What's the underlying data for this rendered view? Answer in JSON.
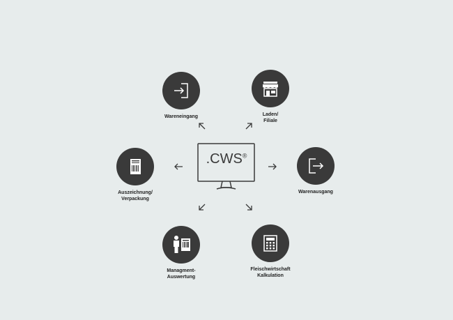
{
  "center": {
    "brand": ".CWS",
    "mark": "®"
  },
  "nodes": [
    {
      "id": "wareneingang",
      "label": "Wareneingang",
      "icon": "login-icon"
    },
    {
      "id": "laden",
      "label": "Laden/\nFiliale",
      "icon": "store-icon"
    },
    {
      "id": "warenausgang",
      "label": "Warenausgang",
      "icon": "logout-icon"
    },
    {
      "id": "fleisch",
      "label": "Fleischwirtschaft\nKalkulation",
      "icon": "calculator-icon"
    },
    {
      "id": "management",
      "label": "Managment-\nAuswertung",
      "icon": "person-document-icon"
    },
    {
      "id": "auszeichnung",
      "label": "Auszeichnung/\nVerpackung",
      "icon": "barcode-label-icon"
    }
  ],
  "colors": {
    "background": "#e7ecec",
    "circle": "#3a3a3a",
    "line": "#3a3a3a"
  }
}
